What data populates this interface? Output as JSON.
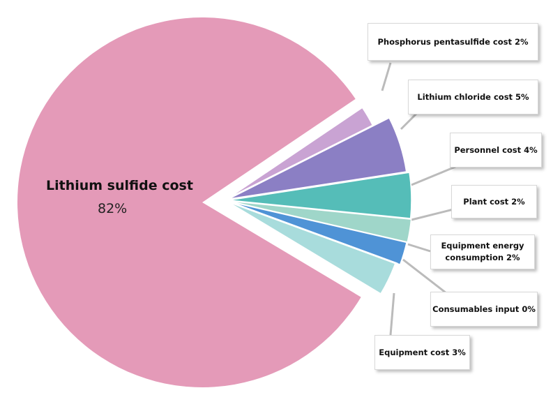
{
  "chart_data": {
    "type": "pie",
    "title": "",
    "main_label": "Lithium sulfide cost",
    "main_value_label": "82%",
    "slices": [
      {
        "label": "Lithium sulfide cost",
        "value": 82,
        "value_label": "82%",
        "color": "#e49ab8"
      },
      {
        "label": "Phosphorus pentasulfide cost  2%",
        "value": 2,
        "color": "#c9a3d3"
      },
      {
        "label": "Lithium chloride cost  5%",
        "value": 5,
        "color": "#8b7fc4"
      },
      {
        "label": "Personnel cost 4%",
        "value": 4,
        "color": "#55bdb8"
      },
      {
        "label": "Plant cost  2%",
        "value": 2,
        "color": "#9fd6c9"
      },
      {
        "label": "Equipment energy\nconsumption   2%",
        "value": 2,
        "color": "#4f93d6"
      },
      {
        "label": "Consumables input  0%",
        "value": 0,
        "color": "#cfe7f2"
      },
      {
        "label": "Equipment cost 3%",
        "value": 3,
        "color": "#a8dcdc"
      }
    ]
  }
}
